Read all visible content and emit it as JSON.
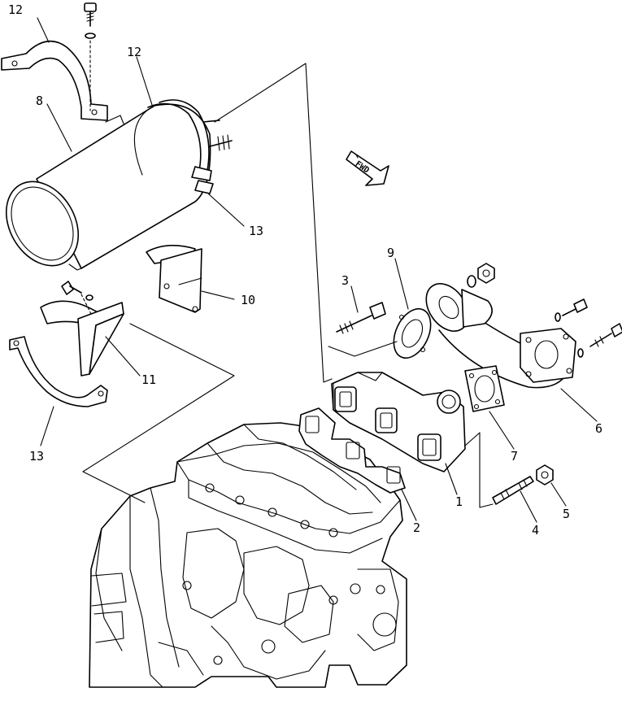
{
  "direction_label": "FWD",
  "callouts": [
    {
      "id": "c1",
      "text": "1"
    },
    {
      "id": "c2",
      "text": "2"
    },
    {
      "id": "c3",
      "text": "3"
    },
    {
      "id": "c4",
      "text": "4"
    },
    {
      "id": "c5",
      "text": "5"
    },
    {
      "id": "c6",
      "text": "6"
    },
    {
      "id": "c7",
      "text": "7"
    },
    {
      "id": "c8",
      "text": "8"
    },
    {
      "id": "c9",
      "text": "9"
    },
    {
      "id": "c10",
      "text": "10"
    },
    {
      "id": "c11",
      "text": "11"
    },
    {
      "id": "c12a",
      "text": "12"
    },
    {
      "id": "c12b",
      "text": "12"
    },
    {
      "id": "c13a",
      "text": "13"
    },
    {
      "id": "c13b",
      "text": "13"
    }
  ],
  "line_color": "#000000",
  "background_color": "#ffffff"
}
